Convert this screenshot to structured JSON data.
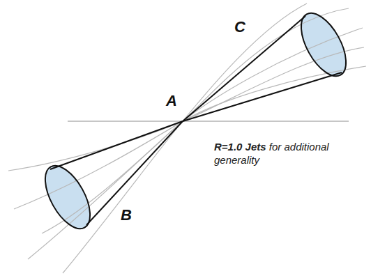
{
  "diagram": {
    "labels": [
      "C",
      "A",
      "R=1.0 Jets",
      "for additional generality",
      "B"
    ]
  }
}
